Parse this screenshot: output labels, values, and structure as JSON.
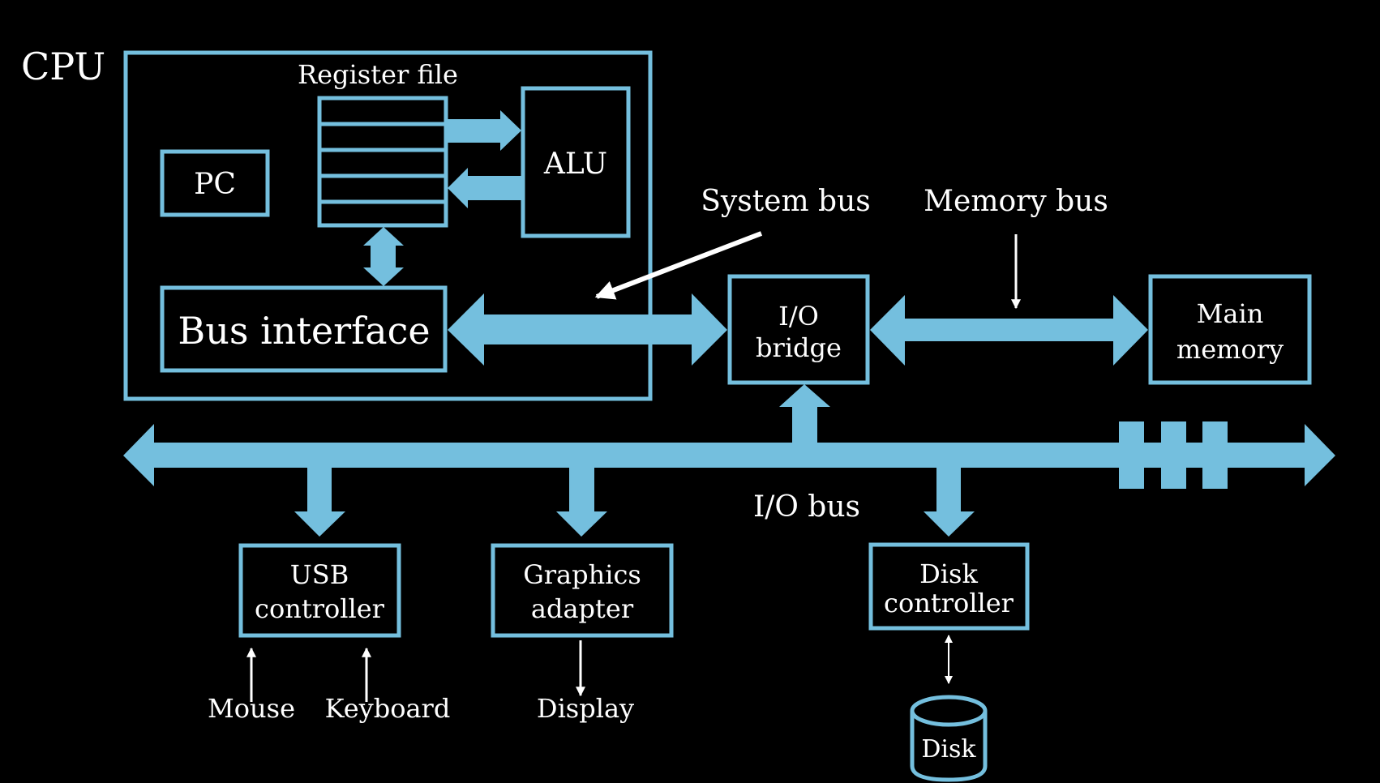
{
  "title": "Computer system hardware organization",
  "colors": {
    "accent": "#74BFDE",
    "background": "#000000",
    "text": "#FFFFFF"
  },
  "cpu": {
    "label": "CPU",
    "register_file": {
      "label": "Register file",
      "rows": 5
    },
    "alu": {
      "label": "ALU"
    },
    "pc": {
      "label": "PC"
    },
    "bus_interface": {
      "label": "Bus interface"
    }
  },
  "buses": {
    "system_bus": {
      "label": "System bus"
    },
    "memory_bus": {
      "label": "Memory bus"
    },
    "io_bus": {
      "label": "I/O bus"
    }
  },
  "io_bridge": {
    "line1": "I/O",
    "line2": "bridge"
  },
  "main_memory": {
    "line1": "Main",
    "line2": "memory"
  },
  "devices": {
    "usb": {
      "line1": "USB",
      "line2": "controller",
      "inputs": [
        "Mouse",
        "Keyboard"
      ]
    },
    "graphics": {
      "line1": "Graphics",
      "line2": "adapter",
      "output": "Display"
    },
    "disk_controller": {
      "line1": "Disk",
      "line2": "controller",
      "storage": "Disk"
    }
  }
}
